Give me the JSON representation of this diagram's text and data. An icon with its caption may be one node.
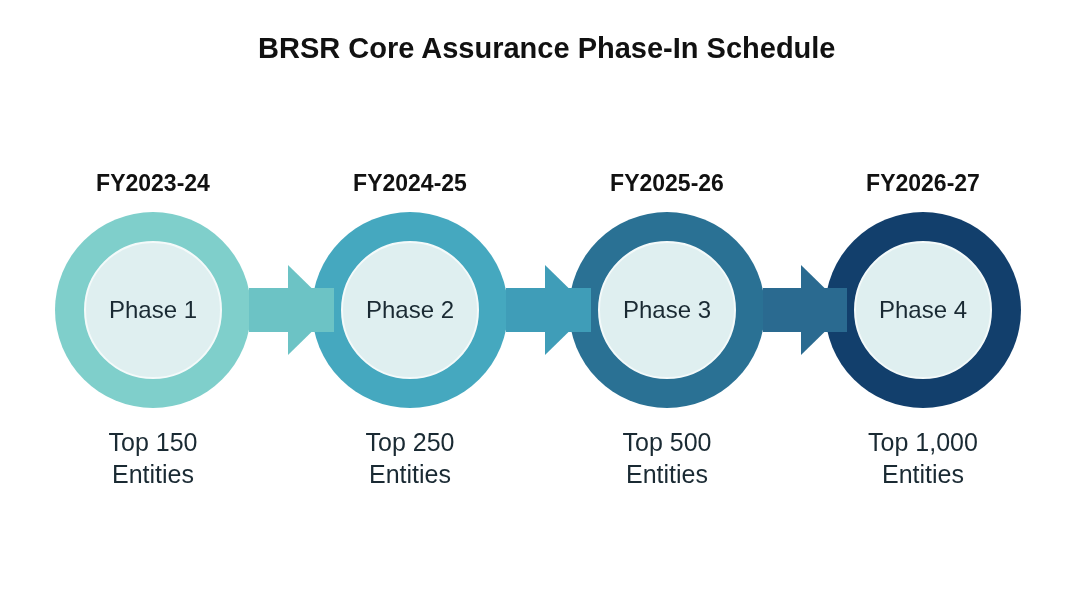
{
  "diagram": {
    "title": "BRSR Core Assurance Phase-In Schedule",
    "nodes": [
      {
        "text": [
          "Phase 1"
        ],
        "beside": [
          "FY2023-24",
          "Top 150 Entities"
        ]
      },
      {
        "text": [
          "Phase 2"
        ],
        "beside": [
          "FY2024-25",
          "Top 250 Entities"
        ]
      },
      {
        "text": [
          "Phase 3"
        ],
        "beside": [
          "FY2025-26",
          "Top 500 Entities"
        ]
      },
      {
        "text": [
          "Phase 4"
        ],
        "beside": [
          "FY2026-27",
          "Top 1,000 Entities"
        ]
      }
    ],
    "edges": [
      {
        "from": 0,
        "to": 1,
        "arrow": "to",
        "color": "#6cc3c5"
      },
      {
        "from": 1,
        "to": 2,
        "arrow": "to",
        "color": "#3f9db8"
      },
      {
        "from": 2,
        "to": 3,
        "arrow": "to",
        "color": "#2a6a90"
      }
    ]
  }
}
